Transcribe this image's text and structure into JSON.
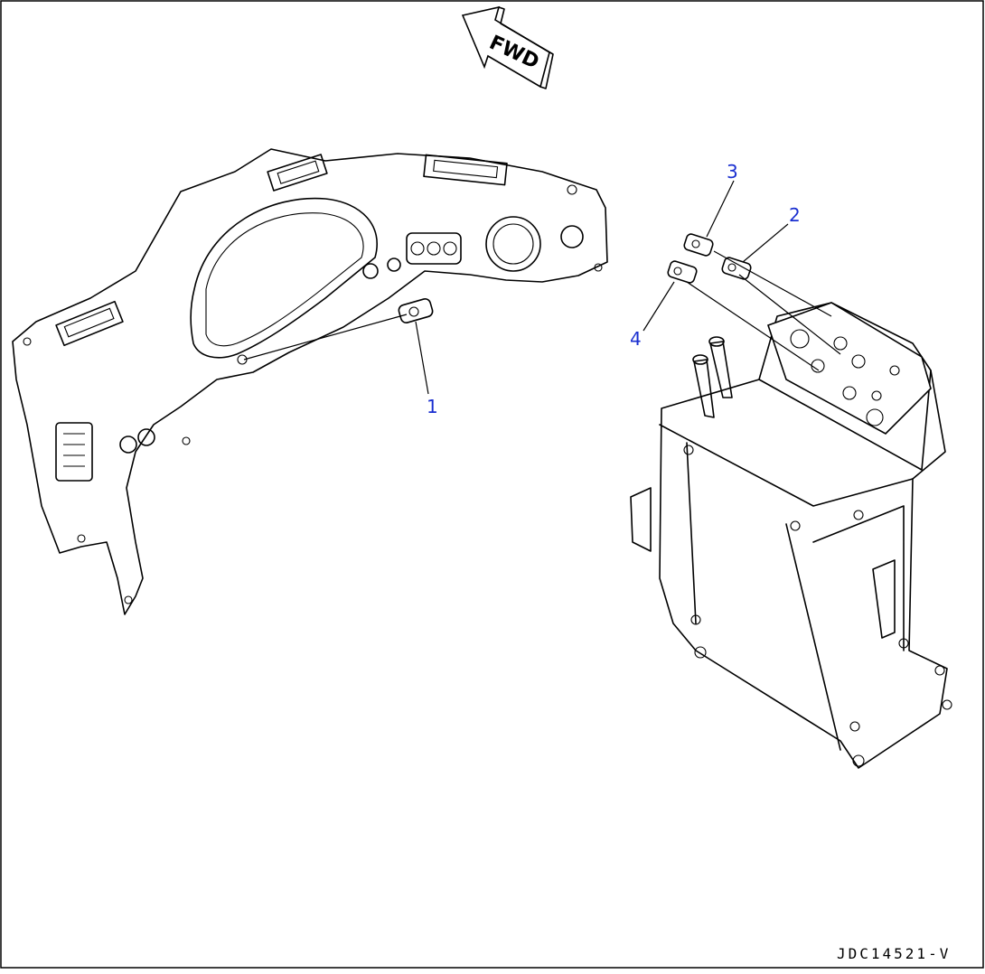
{
  "fwd_arrow_label": "FWD",
  "callouts": [
    {
      "id": "1",
      "text": "1"
    },
    {
      "id": "2",
      "text": "2"
    },
    {
      "id": "3",
      "text": "3"
    },
    {
      "id": "4",
      "text": "4"
    }
  ],
  "drawing_code": "JDC14521-V",
  "colors": {
    "callout": "#1a2fd0",
    "line": "#000000",
    "background": "#ffffff"
  }
}
